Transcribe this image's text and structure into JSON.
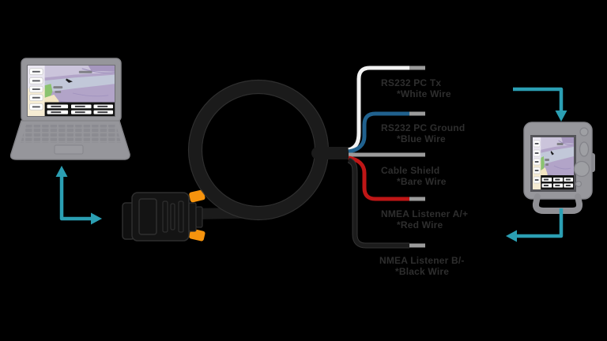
{
  "background_color": "#000000",
  "colors": {
    "background": "#000000",
    "teal_arrow": "#2b9fb3",
    "screw_orange": "#f6930d",
    "wire_white": "#f2f2f2",
    "wire_blue": "#20618e",
    "wire_bare": "#9b9b9b",
    "wire_red": "#bf1616",
    "wire_black": "#1c1c1c",
    "wire_tip_gray": "#9b9b9b",
    "cable_black": "#1b1b1b",
    "device_gray": "#97979c",
    "map_lavender": "#b2a4c8",
    "map_green": "#8bc36f",
    "map_sand": "#f2e4c1"
  },
  "devices": {
    "left_icon": "laptop-running-chartplotter-software",
    "right_icon": "gps-chartplotter-unit",
    "connector_icon": "db9-serial-connector",
    "cable_icon": "coiled-serial-cable"
  },
  "wires": [
    {
      "name": "white",
      "label": "RS232 PC Tx",
      "sublabel": "*White Wire",
      "color": "#f2f2f2"
    },
    {
      "name": "blue",
      "label": "RS232 PC Ground",
      "sublabel": "*Blue Wire",
      "color": "#20618e"
    },
    {
      "name": "bare",
      "label": "Cable Shield",
      "sublabel": "*Bare Wire",
      "color": "#9b9b9b"
    },
    {
      "name": "red",
      "label": "NMEA Listener A/+",
      "sublabel": "*Red Wire",
      "color": "#bf1616"
    },
    {
      "name": "black",
      "label": "NMEA Listener B/-",
      "sublabel": "*Black Wire",
      "color": "#1c1c1c"
    }
  ]
}
